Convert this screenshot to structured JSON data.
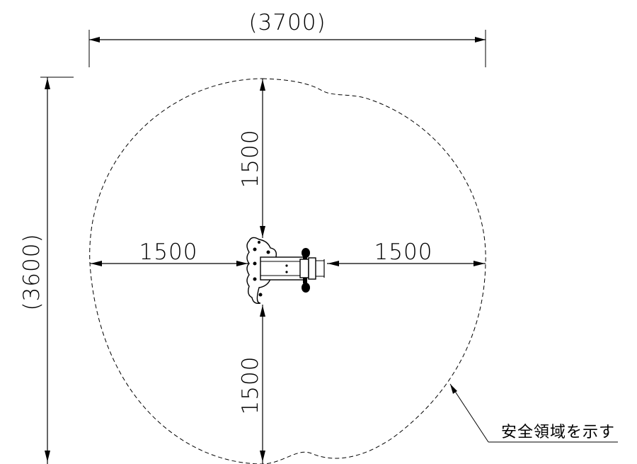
{
  "dimensions": {
    "overall_width": "(3700)",
    "overall_height": "(3600)",
    "top_clearance": "1500",
    "bottom_clearance": "1500",
    "left_clearance": "1500",
    "right_clearance": "1500"
  },
  "annotation": {
    "safety_zone_label": "安全領域を示す"
  }
}
